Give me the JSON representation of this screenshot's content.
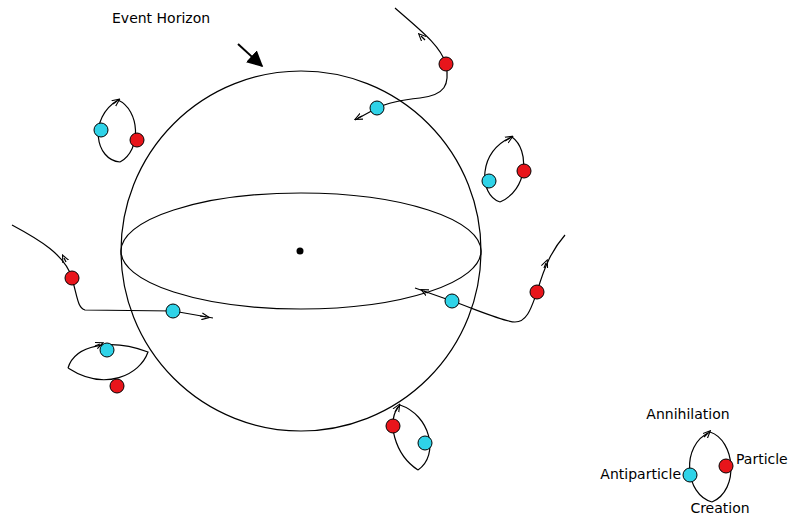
{
  "diagram": {
    "labels": [
      "Event Horizon",
      "Annihilation",
      "Antiparticle",
      "Particle",
      "Creation"
    ]
  }
}
